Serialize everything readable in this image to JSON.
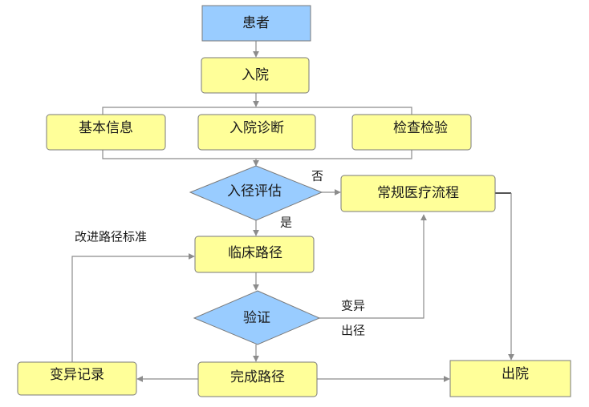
{
  "colors": {
    "start_fill": "#99CCFF",
    "process_fill": "#FFFF99",
    "decision_fill": "#99CCFF",
    "line": "#8C8C8C"
  },
  "nodes": {
    "patient": "患者",
    "admission": "入院",
    "basic_info": "基本信息",
    "admission_diagnosis": "入院诊断",
    "examination": "检查检验",
    "pathway_evaluation": "入径评估",
    "routine_process": "常规医疗流程",
    "clinical_pathway": "临床路径",
    "verification": "验证",
    "variation_record": "变异记录",
    "complete_pathway": "完成路径",
    "discharge": "出院"
  },
  "edge_labels": {
    "no": "否",
    "yes": "是",
    "improve": "改进路径标准",
    "variation": "变异",
    "exit": "出径"
  }
}
